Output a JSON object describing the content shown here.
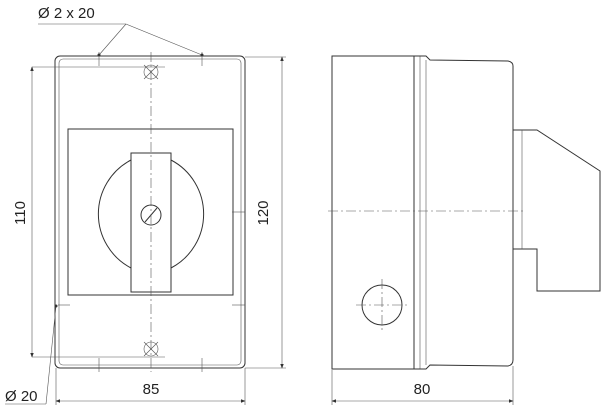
{
  "title": "Switch enclosure dimensional drawing",
  "front_view": {
    "hole_callout": "Ø 2 x 20",
    "inner_height": "110",
    "outer_height": "120",
    "width": "85",
    "gland_callout": "Ø 20"
  },
  "side_view": {
    "depth": "80"
  }
}
